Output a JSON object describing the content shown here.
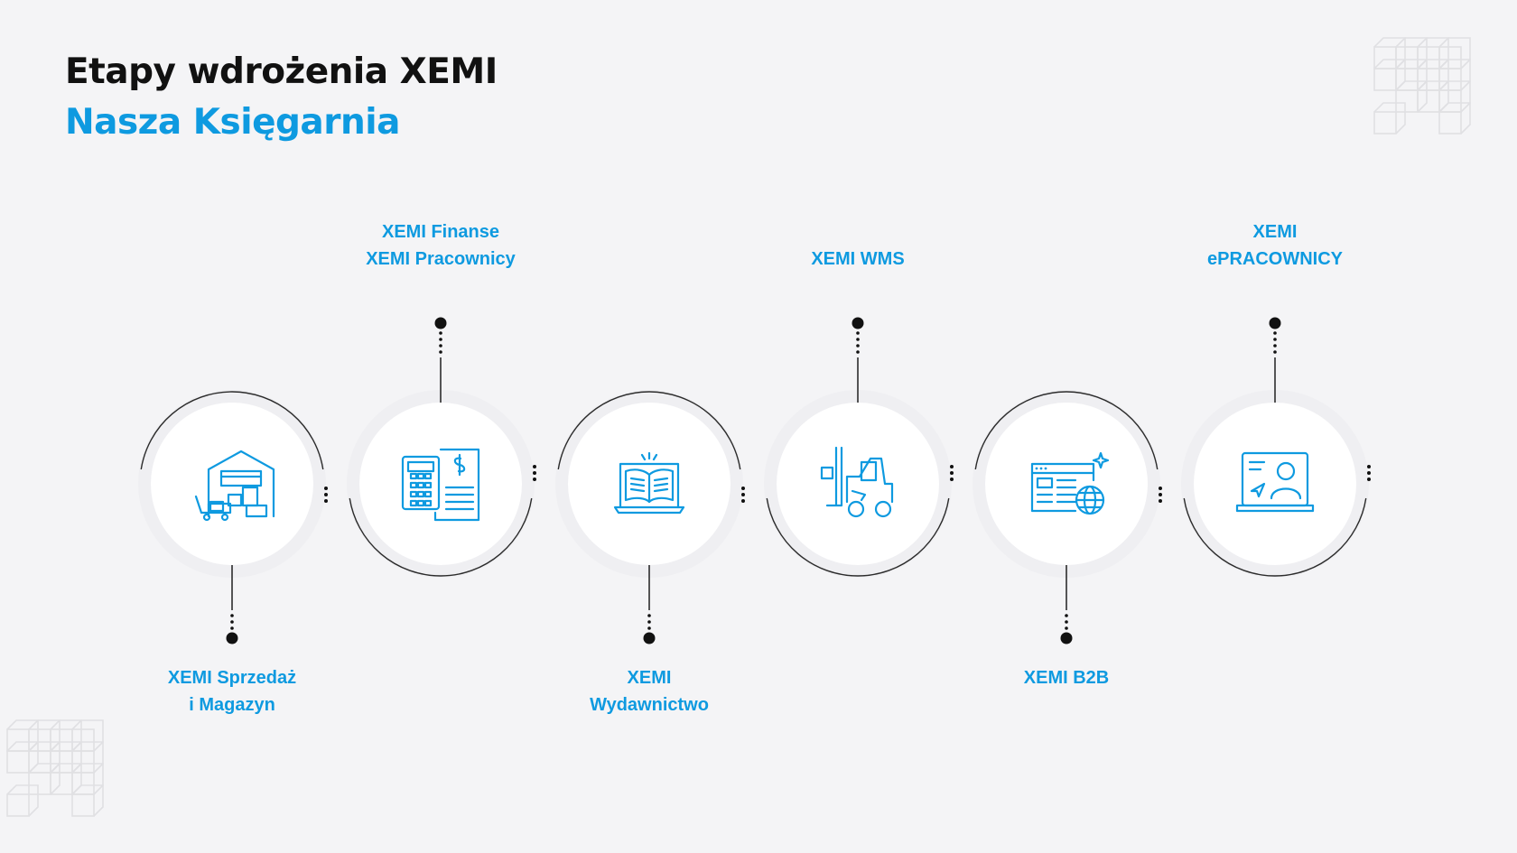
{
  "header": {
    "title": "Etapy wdrożenia XEMI",
    "subtitle": "Nasza Księgarnia"
  },
  "colors": {
    "accent": "#0e9ae0",
    "ink": "#111111",
    "background": "#f4f4f6",
    "circle": "#ffffff",
    "ring": "#2b2b2b",
    "decor": "#e0e0e3"
  },
  "stages": [
    {
      "id": "sprzedaz",
      "label_lines": [
        "XEMI Sprzedaż",
        "i Magazyn"
      ],
      "icon": "warehouse-icon",
      "label_position": "bottom"
    },
    {
      "id": "finanse",
      "label_lines": [
        "XEMI Finanse",
        "XEMI Pracownicy"
      ],
      "icon": "calculator-invoice-icon",
      "label_position": "top"
    },
    {
      "id": "wydawnictwo",
      "label_lines": [
        "XEMI",
        "Wydawnictwo"
      ],
      "icon": "open-book-laptop-icon",
      "label_position": "bottom"
    },
    {
      "id": "wms",
      "label_lines": [
        "XEMI WMS"
      ],
      "icon": "forklift-icon",
      "label_position": "top"
    },
    {
      "id": "b2b",
      "label_lines": [
        "XEMI B2B"
      ],
      "icon": "web-globe-icon",
      "label_position": "bottom"
    },
    {
      "id": "epracownicy",
      "label_lines": [
        "XEMI",
        "ePRACOWNICY"
      ],
      "icon": "laptop-user-icon",
      "label_position": "top"
    }
  ]
}
